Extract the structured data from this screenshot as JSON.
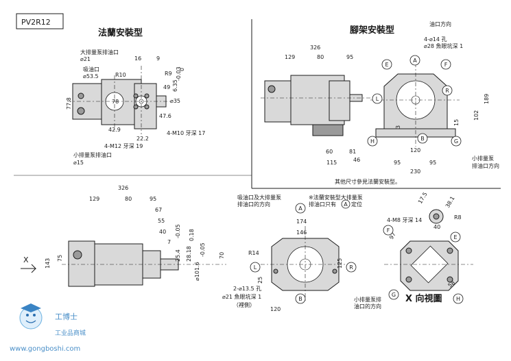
{
  "model_tag": "PV2R12",
  "titles": {
    "flange": "法蘭安裝型",
    "foot": "腳架安裝型",
    "x_view": "X 向視圖"
  },
  "notes": {
    "large_drain": "大排量泵排油口",
    "large_drain_dia": "⌀21",
    "suction": "吸油口",
    "suction_dia": "⌀53.5",
    "small_drain": "小排量泵排油口",
    "small_drain_dia": "⌀15",
    "m12": "4-M12 牙深 19",
    "m10": "4-M10 牙深 17",
    "oil_dir": "油口方向",
    "hole14": "4-⌀14 孔",
    "spot28": "⌀28 魚眼坑深 1",
    "other_dims": "其他尺寸參見法蘭安裝型。",
    "small_drain_dir1": "小排量泵",
    "small_drain_dir2": "排油口方向",
    "suction_large1": "吸油口及大排量泵",
    "suction_large2": "排油口的方向",
    "flange_note1": "※法蘭安裝型大排量泵",
    "flange_note2": "排油口只有",
    "flange_note3": "定位",
    "hole135": "2-⌀13.5 孔",
    "spot21": "⌀21 魚眼坑深 1",
    "back_side": "（裡側）",
    "m8": "4-M8 牙深 14",
    "small_drain_dir3": "小排量泵排",
    "small_drain_dir4": "油口的方向"
  },
  "dims_top_left": [
    "16",
    "9",
    "R10",
    "R9",
    "49",
    "47.6",
    "22.2",
    "42.9",
    "77.8",
    "78",
    "⌀35",
    "6.35",
    "-0.03",
    "0"
  ],
  "dims_top_right": [
    "326",
    "129",
    "80",
    "95",
    "189",
    "102",
    "15",
    "3",
    "60",
    "81",
    "46",
    "115",
    "120",
    "95",
    "95",
    "230"
  ],
  "dims_bottom_left": [
    "326",
    "129",
    "80",
    "95",
    "67",
    "55",
    "40",
    "7",
    "-0.05",
    "25.4",
    "28.18",
    "⌀101.6",
    "-0.05",
    "0.18",
    "70",
    "143",
    "75",
    "X"
  ],
  "dims_bottom_mid": [
    "174",
    "146",
    "R14",
    "25",
    "125",
    "120"
  ],
  "dims_bottom_right": [
    "17.5",
    "38.1",
    "R8",
    "40",
    "97",
    "58"
  ],
  "circle_labels": [
    "A",
    "B",
    "E",
    "F",
    "G",
    "H",
    "L",
    "R"
  ],
  "watermark": {
    "brand": "工博士",
    "sub": "工业品商城",
    "url": "www.gongboshi.com"
  }
}
